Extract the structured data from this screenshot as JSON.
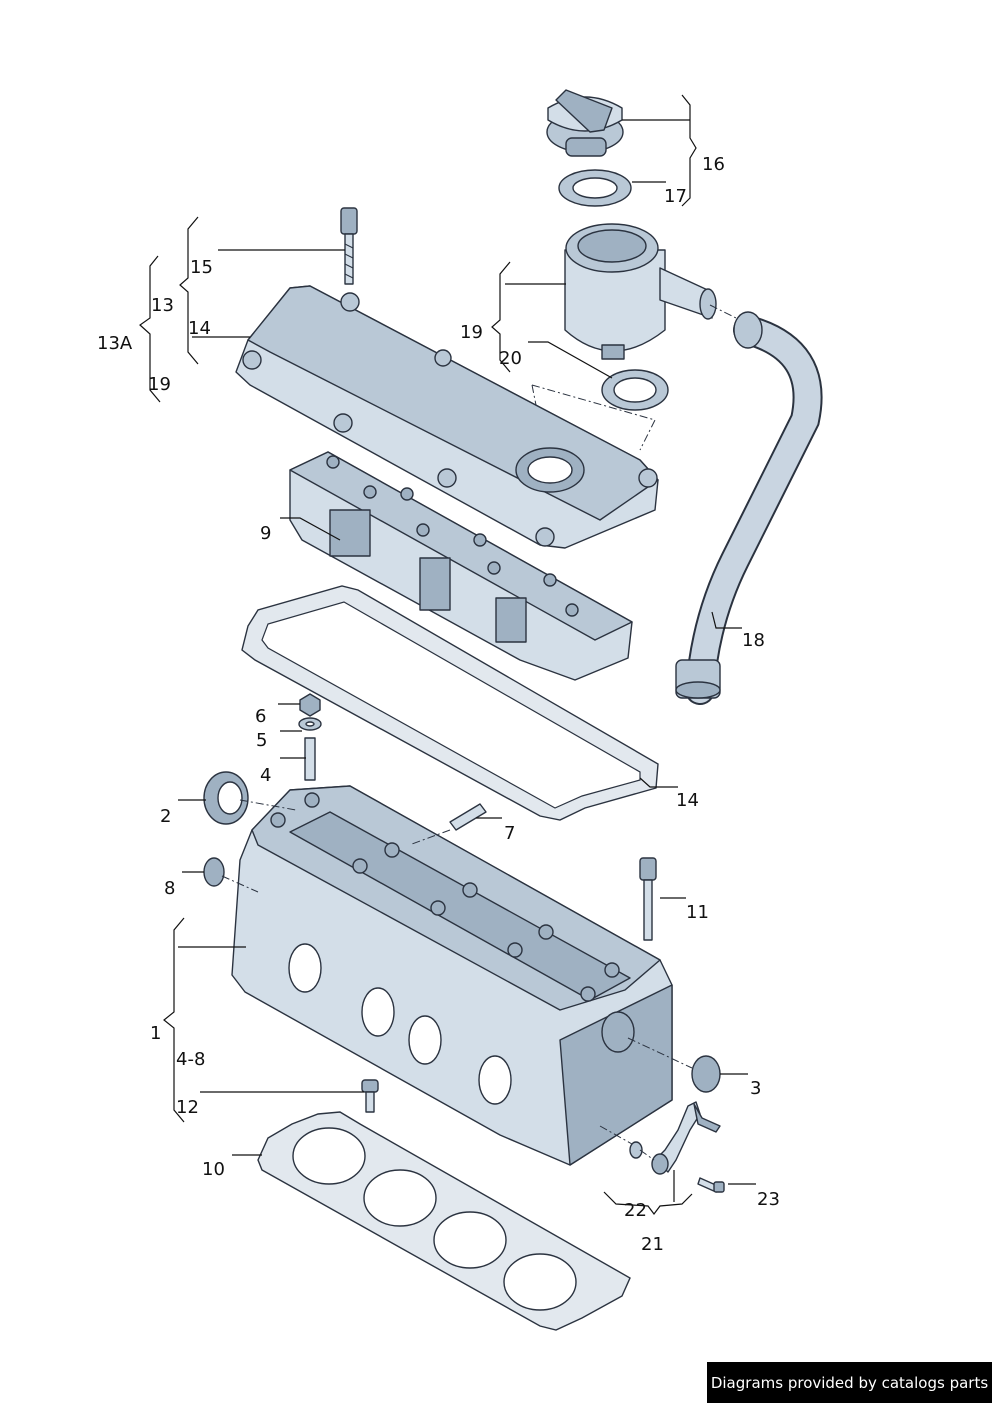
{
  "callouts": {
    "c1": "1",
    "c2": "2",
    "c3": "3",
    "c4": "4",
    "c4_8": "4-8",
    "c5": "5",
    "c6": "6",
    "c7": "7",
    "c8": "8",
    "c9": "9",
    "c10": "10",
    "c11": "11",
    "c12": "12",
    "c13": "13",
    "c13a": "13A",
    "c14_top": "14",
    "c14_gasket": "14",
    "c15": "15",
    "c16": "16",
    "c17": "17",
    "c18": "18",
    "c19_left": "19",
    "c19_mid": "19",
    "c20": "20",
    "c21": "21",
    "c22": "22",
    "c23": "23"
  },
  "footer": {
    "credit": "Diagrams provided by catalogs parts"
  }
}
